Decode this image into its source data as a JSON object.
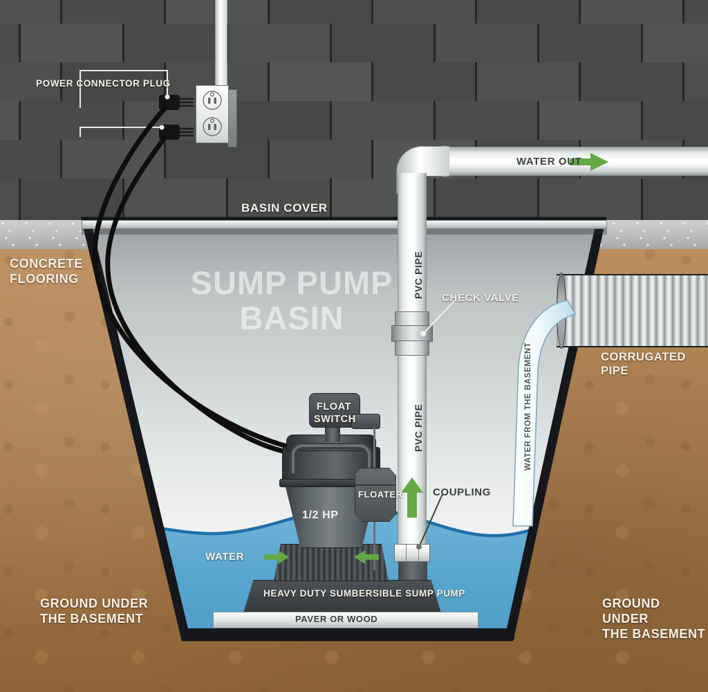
{
  "diagram": {
    "title": "Sump Pump Basin Cross-Section Diagram",
    "basin_title": "SUMP PUMP\nBASIN"
  },
  "labels": {
    "power_connector_plug": "POWER CONNECTOR PLUG",
    "basin_cover": "BASIN COVER",
    "concrete_flooring": "CONCRETE\nFLOORING",
    "corrugated_pipe": "CORRUGATED PIPE",
    "ground_under_basement_left": "GROUND UNDER\nTHE BASEMENT",
    "ground_under_basement_right": "GROUND UNDER\nTHE BASEMENT",
    "water": "WATER",
    "water_out": "WATER OUT",
    "water_from_the_basement": "WATER FROM THE BASEMENT",
    "check_valve": "CHECK VALVE",
    "coupling": "COUPLING",
    "pvc_pipe_upper": "PVC PIPE",
    "pvc_pipe_lower": "PVC PIPE",
    "float_switch": "FLOAT\nSWITCH",
    "floater": "FLOATER",
    "horsepower": "1/2 HP",
    "pump_name": "HEAVY DUTY SUMBERSIBLE SUMP PUMP",
    "paver_or_wood": "PAVER OR WOOD"
  },
  "colors": {
    "wall": "#474a49",
    "wall_mortar": "#24262a",
    "ground_dirt": "#a97c4e",
    "concrete": "#cfd0d0",
    "basin_interior": "#b9bdbe",
    "basin_border": "#15171a",
    "water_fill": "#59a7cf",
    "water_line": "#1f6fa8",
    "pipe_white": "#ffffff",
    "pipe_shadow": "#9ea3a4",
    "arrow_green": "#63a845",
    "label_white": "#f6f1e7",
    "label_dark": "#3c3f42",
    "pump_gray": "#5d6468"
  },
  "icons": {
    "water_out_arrow": "arrow-right-icon",
    "pipe_flow_arrow": "arrow-up-icon",
    "water_flow_arrow_left": "arrow-right-icon",
    "water_flow_arrow_right": "arrow-left-icon",
    "outlet": "electrical-outlet-icon",
    "plug_upper": "power-plug-icon",
    "plug_lower": "power-plug-icon"
  }
}
